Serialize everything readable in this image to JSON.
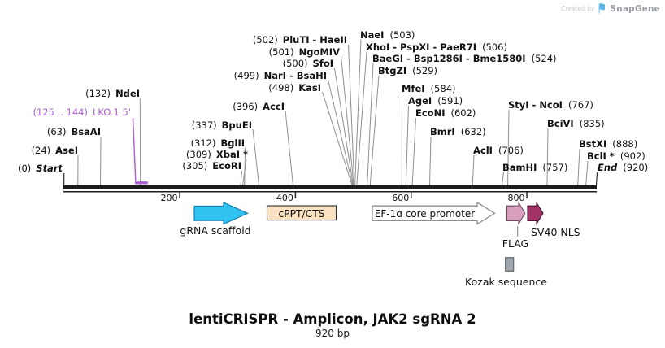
{
  "credit": {
    "created_by": "Created by",
    "brand": "SnapGene"
  },
  "sites": [
    {
      "pos": "(0)",
      "name": "Start"
    },
    {
      "pos": "(24)",
      "name": "AseI"
    },
    {
      "pos": "(63)",
      "name": "BsaAI"
    },
    {
      "pos": "(132)",
      "name": "NdeI"
    },
    {
      "pos": "(125 .. 144)",
      "name": "LKO.1 5'"
    },
    {
      "pos": "(305)",
      "name": "EcoRI"
    },
    {
      "pos": "(309)",
      "name": "XbaI *"
    },
    {
      "pos": "(312)",
      "name": "BglII"
    },
    {
      "pos": "(337)",
      "name": "BpuEI"
    },
    {
      "pos": "(396)",
      "name": "AccI"
    },
    {
      "pos": "(498)",
      "name": "KasI"
    },
    {
      "pos": "(499)",
      "name": "NarI - BsaHI"
    },
    {
      "pos": "(500)",
      "name": "SfoI"
    },
    {
      "pos": "(501)",
      "name": "NgoMIV"
    },
    {
      "pos": "(502)",
      "name": "PluTI - HaeII"
    },
    {
      "name": "NaeI",
      "pos": "(503)"
    },
    {
      "name": "XhoI - PspXI - PaeR7I",
      "pos": "(506)"
    },
    {
      "name": "BaeGI - Bsp1286I - Bme1580I",
      "pos": "(524)"
    },
    {
      "name": "BtgZI",
      "pos": "(529)"
    },
    {
      "name": "MfeI",
      "pos": "(584)"
    },
    {
      "name": "AgeI",
      "pos": "(591)"
    },
    {
      "name": "EcoNI",
      "pos": "(602)"
    },
    {
      "name": "BmrI",
      "pos": "(632)"
    },
    {
      "name": "AclI",
      "pos": "(706)"
    },
    {
      "name": "BamHI",
      "pos": "(757)"
    },
    {
      "name": "StyI - NcoI",
      "pos": "(767)"
    },
    {
      "name": "BciVI",
      "pos": "(835)"
    },
    {
      "name": "BstXI",
      "pos": "(888)"
    },
    {
      "name": "BclI *",
      "pos": "(902)"
    },
    {
      "name": "End",
      "pos": "(920)"
    }
  ],
  "ruler": {
    "ticks": [
      "200",
      "400",
      "600",
      "800"
    ]
  },
  "features": {
    "grna": "gRNA scaffold",
    "cppt": "cPPT/CTS",
    "ef1a": "EF-1ɑ core promoter",
    "flag": "FLAG",
    "sv40": "SV40 NLS",
    "kozak": "Kozak sequence"
  },
  "footer": {
    "title": "lentiCRISPR - Amplicon, JAK2 sgRNA 2",
    "length": "920 bp"
  },
  "colors": {
    "primer": "#AB5CD2",
    "grna_fill": "#31C3F0",
    "grna_stroke": "#0F7FB0",
    "cppt_fill": "#FAE2C2",
    "ef1a_fill": "#FFFFFF",
    "ef1a_stroke": "#8F8F8F",
    "flag_fill": "#D9A0BE",
    "flag_stroke": "#6D4A63",
    "sv40_fill": "#A23367",
    "sv40_stroke": "#47152F",
    "kozak_fill": "#9FA6AD",
    "kozak_stroke": "#62676D",
    "snapgene_blue": "#5AB6E8"
  }
}
